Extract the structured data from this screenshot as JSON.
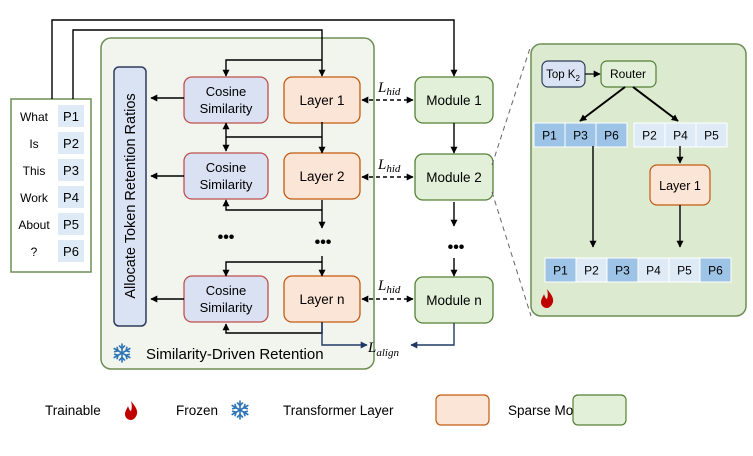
{
  "colors": {
    "retention_bg": "#f2f5ed",
    "sparse_bg": "#dcebcf",
    "green_border": "#6d8f55",
    "cosine_fill": "#d9e1f2",
    "cosine_stroke": "#c0504d",
    "layer_fill": "#fbe5d6",
    "layer_stroke": "#c55a11",
    "module_fill": "#e2f0d9",
    "module_stroke": "#538135",
    "token_light": "#deebf7",
    "token_dark": "#9dc3e6",
    "align_arrow": "#1f3864",
    "flame": "#c00000",
    "snowflake": "#2e75b6",
    "allocate_fill": "#dae3f3",
    "allocate_stroke": "#2f3c5a"
  },
  "input": {
    "words": [
      "What",
      "Is",
      "This",
      "Work",
      "About",
      "?"
    ],
    "tokens": [
      "P1",
      "P2",
      "P3",
      "P4",
      "P5",
      "P6"
    ]
  },
  "retention": {
    "allocate_label": "Allocate Token Retention Ratios",
    "cosine_label_line1": "Cosine",
    "cosine_label_line2": "Similarity",
    "layers": [
      "Layer 1",
      "Layer 2",
      "Layer n"
    ],
    "ellipsis": "•••",
    "footer_label": "Similarity-Driven Retention"
  },
  "modules": [
    "Module 1",
    "Module 2",
    "Module n"
  ],
  "loss": {
    "hid_main": "L",
    "hid_sub": "hid",
    "align_main": "L",
    "align_sub": "align"
  },
  "sparse": {
    "topk_main": "Top K",
    "topk_sub": "2",
    "router": "Router",
    "left_group": [
      "P1",
      "P3",
      "P6"
    ],
    "right_group": [
      "P2",
      "P4",
      "P5"
    ],
    "inner_layer": "Layer 1",
    "output_tokens": [
      "P1",
      "P2",
      "P3",
      "P4",
      "P5",
      "P6"
    ],
    "output_highlight": [
      true,
      false,
      true,
      false,
      false,
      true
    ]
  },
  "legend": {
    "trainable": "Trainable",
    "frozen": "Frozen",
    "transformer": "Transformer Layer",
    "sparse_module": "Sparse Module"
  }
}
